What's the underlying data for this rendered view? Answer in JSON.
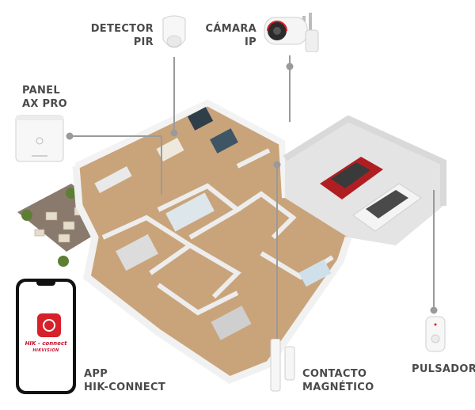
{
  "labels": {
    "detector": [
      "DETECTOR",
      "PIR"
    ],
    "camera": [
      "CÁMARA",
      "IP"
    ],
    "panel": [
      "PANEL",
      "AX PRO"
    ],
    "app": [
      "APP",
      "HIK-CONNECT"
    ],
    "contact": [
      "CONTACTO",
      "MAGNÉTICO"
    ],
    "pulsador": [
      "PULSADOR"
    ]
  },
  "app_screen": {
    "brand_line": "HIK - connect",
    "maker_line": "HIKVISION"
  },
  "colors": {
    "label_text": "#4a4a4a",
    "leader_line": "#9a9a9a",
    "brand_red": "#d6202a",
    "wall": "#f3f3f3",
    "floor_wood": "#c9a47a",
    "garage_floor": "#e4e4e4",
    "grass": "#6e8a3e"
  },
  "icons": [
    "pir-detector-icon",
    "ip-camera-icon",
    "alarm-panel-icon",
    "smartphone-icon",
    "magnetic-contact-icon",
    "panic-button-icon"
  ]
}
